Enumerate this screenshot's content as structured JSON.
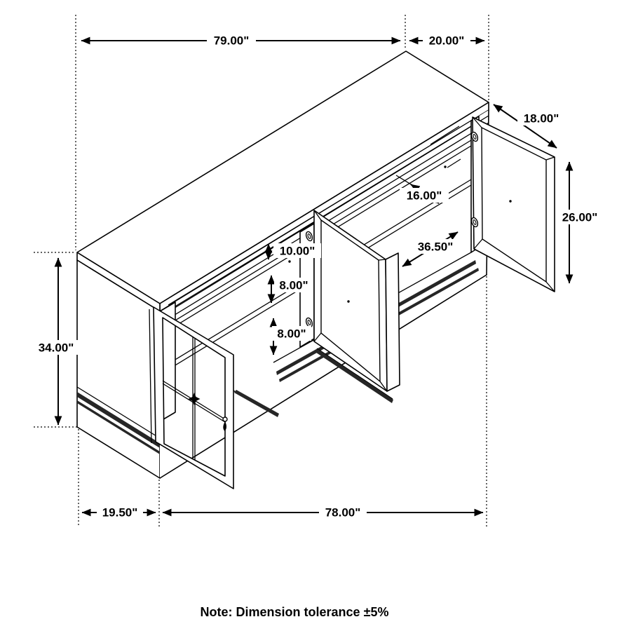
{
  "note": "Note: Dimension tolerance ±5%",
  "colors": {
    "line": "#000000",
    "background": "#ffffff",
    "molding_stripe": "#262626"
  },
  "dimensions": {
    "top_width": "79.00\"",
    "top_depth": "20.00\"",
    "right_door_width": "18.00\"",
    "right_door_height": "26.00\"",
    "shelf_depth": "16.00\"",
    "right_interior_width": "36.50\"",
    "shelf_gap_top": "10.00\"",
    "shelf_gap_middle": "8.00\"",
    "shelf_gap_bottom": "8.00\"",
    "side_height": "34.00\"",
    "base_side_depth": "19.50\"",
    "base_front_width": "78.00\""
  }
}
